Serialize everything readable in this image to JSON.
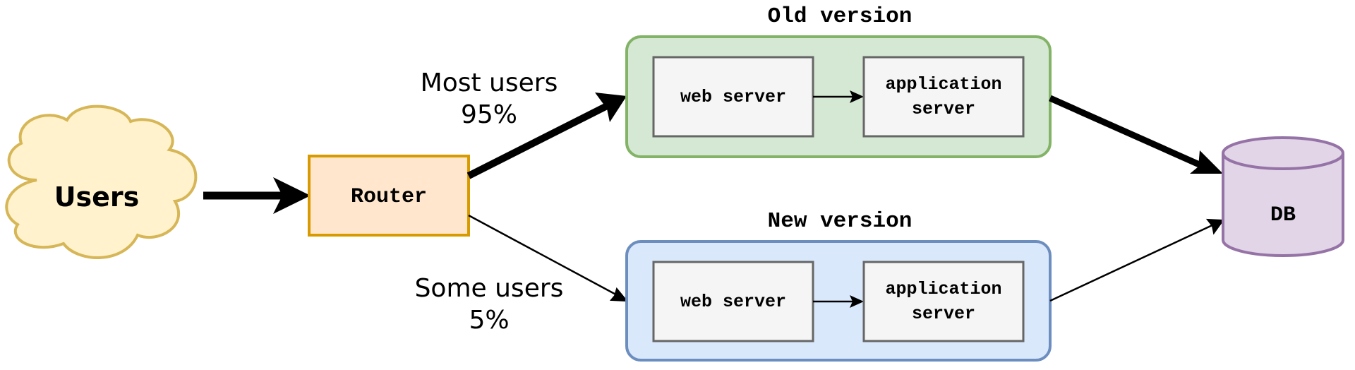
{
  "diagram": {
    "users": "Users",
    "router": "Router",
    "db": "DB",
    "old_version": {
      "title": "Old version",
      "web_server": "web server",
      "app_server_line1": "application",
      "app_server_line2": "server"
    },
    "new_version": {
      "title": "New version",
      "web_server": "web server",
      "app_server_line1": "application",
      "app_server_line2": "server"
    },
    "most_users": {
      "line1": "Most users",
      "line2": "95%"
    },
    "some_users": {
      "line1": "Some users",
      "line2": "5%"
    },
    "colors": {
      "users_fill": "#fff2cc",
      "users_stroke": "#d6b656",
      "router_fill": "#ffe6cc",
      "router_stroke": "#d79b00",
      "old_fill": "#d5e8d4",
      "old_stroke": "#82b366",
      "new_fill": "#dae8fc",
      "new_stroke": "#6c8ebf",
      "server_fill": "#f5f5f5",
      "server_stroke": "#666666",
      "db_fill": "#e1d5e7",
      "db_stroke": "#9673a6"
    }
  }
}
